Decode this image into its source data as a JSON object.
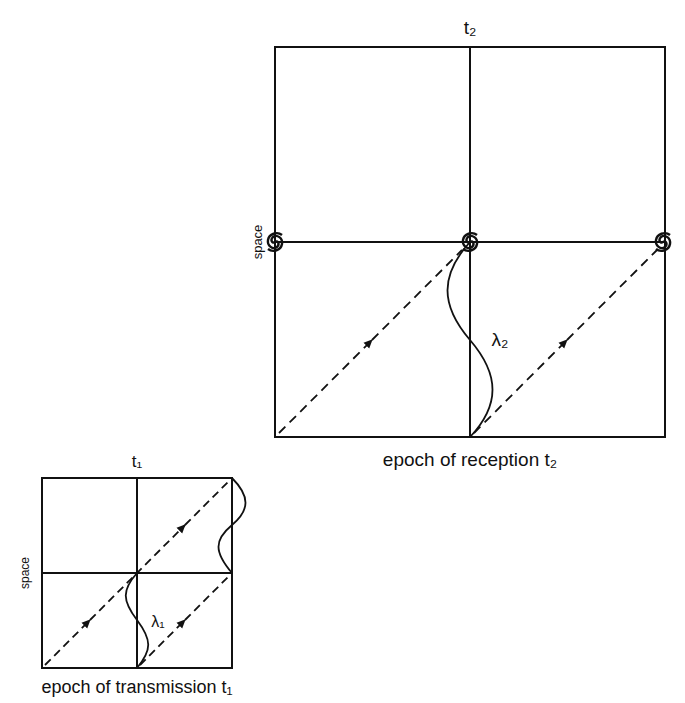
{
  "diagram": {
    "labels": [
      "t₂",
      "space",
      "λ₂",
      "epoch of reception t₂",
      "t₁",
      "space",
      "λ₁",
      "epoch of transmission t₁"
    ]
  }
}
